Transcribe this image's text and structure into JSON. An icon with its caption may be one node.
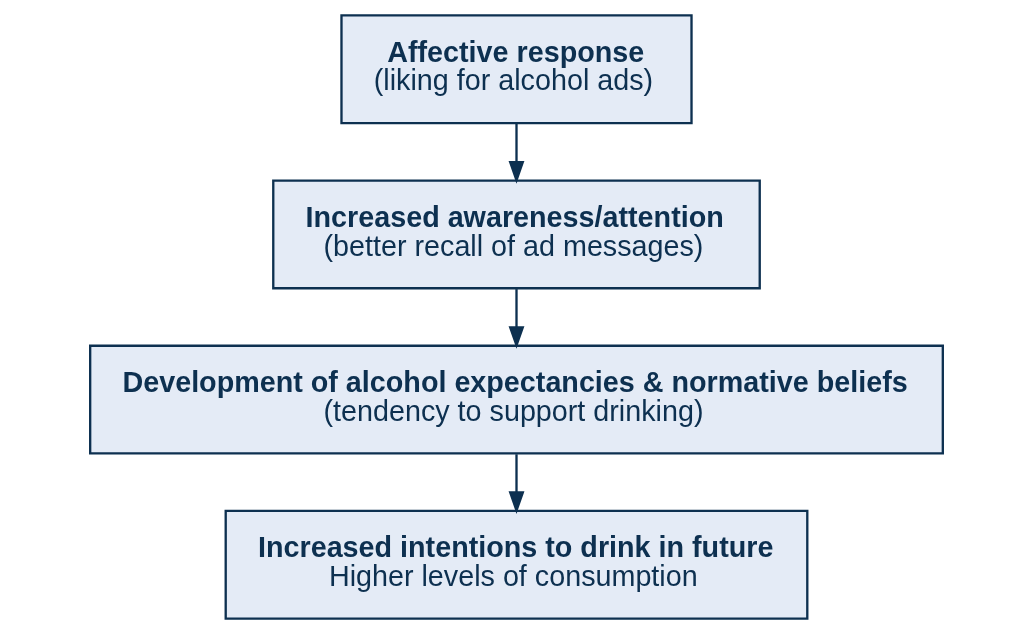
{
  "diagram": {
    "nodes": [
      {
        "text": [
          "Affective response",
          "(liking for alcohol ads)"
        ]
      },
      {
        "text": [
          "Increased awareness/attention",
          "(better recall of ad messages)"
        ]
      },
      {
        "text": [
          "Development of alcohol expectancies & normative beliefs",
          "(tendency to support drinking)"
        ]
      },
      {
        "text": [
          "Increased intentions to drink in future",
          "Higher levels of consumption"
        ]
      }
    ],
    "edges": [
      {
        "from": 0,
        "to": 1,
        "arrow": "to"
      },
      {
        "from": 1,
        "to": 2,
        "arrow": "to"
      },
      {
        "from": 2,
        "to": 3,
        "arrow": "to"
      }
    ]
  }
}
